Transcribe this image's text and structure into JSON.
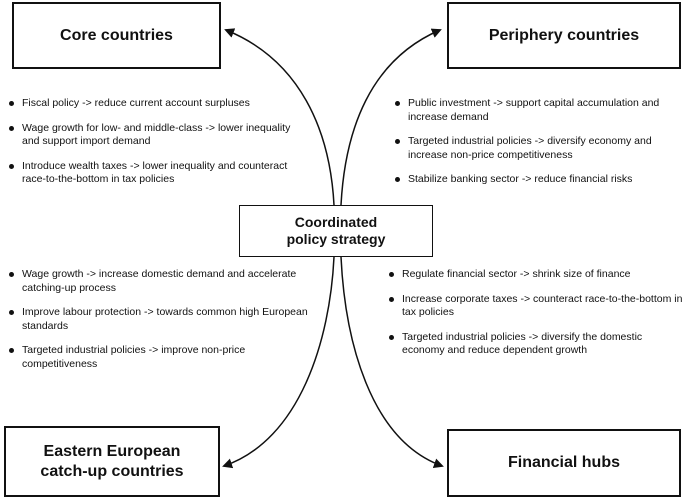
{
  "center": {
    "line1": "Coordinated",
    "line2": "policy strategy"
  },
  "core": {
    "title": "Core countries",
    "items": [
      "Fiscal policy -> reduce current account surpluses",
      "Wage growth for low- and middle-class -> lower inequality and support import demand",
      "Introduce wealth taxes -> lower inequality and counteract race-to-the-bottom in tax policies"
    ]
  },
  "periphery": {
    "title": "Periphery countries",
    "items": [
      "Public investment -> support capital accumulation and increase demand",
      "Targeted industrial policies -> diversify economy and increase non-price competitiveness",
      "Stabilize banking sector -> reduce financial risks"
    ]
  },
  "eastern": {
    "title_line1": "Eastern European",
    "title_line2": "catch-up countries",
    "items": [
      "Wage growth -> increase domestic demand and accelerate catching-up process",
      "Improve labour protection -> towards common high European standards",
      "Targeted industrial policies -> improve non-price competitiveness"
    ]
  },
  "hubs": {
    "title": "Financial hubs",
    "items": [
      "Regulate financial sector -> shrink size of finance",
      "Increase corporate taxes -> counteract race-to-the-bottom in tax policies",
      "Targeted industrial policies -> diversify the domestic economy and reduce dependent growth"
    ]
  }
}
